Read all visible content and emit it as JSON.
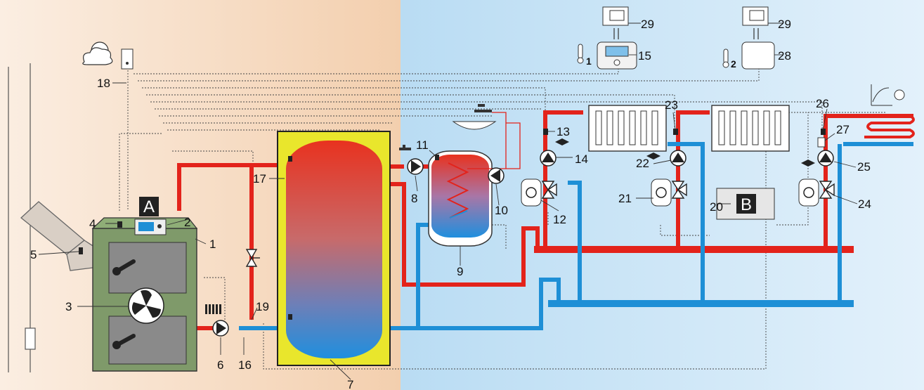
{
  "labels": {
    "n1": "1",
    "n2": "2",
    "n3": "3",
    "n4": "4",
    "n5": "5",
    "n6": "6",
    "n7": "7",
    "n8": "8",
    "n9": "9",
    "n10": "10",
    "n11": "11",
    "n12": "12",
    "n13": "13",
    "n14": "14",
    "n15": "15",
    "n16": "16",
    "n17": "17",
    "n18": "18",
    "n19": "19",
    "n20": "20",
    "n21": "21",
    "n22": "22",
    "n23": "23",
    "n24": "24",
    "n25": "25",
    "n26": "26",
    "n27": "27",
    "n28": "28",
    "n29a": "29",
    "n29b": "29"
  },
  "boxes": {
    "a": "A",
    "b": "B"
  },
  "thermometers": {
    "t1": "1",
    "t2": "2"
  },
  "colors": {
    "hot": "#e3231b",
    "cold": "#1e8fd6",
    "boiler": "#7f9a6a",
    "tank_jacket": "#e9e62c",
    "left_bg": "#f6dcc4",
    "right_bg": "#cfe6f5"
  },
  "icons": [
    "weather-icon",
    "outdoor-sensor-icon",
    "boiler-icon",
    "fan-icon",
    "control-panel-icon",
    "pump-icon",
    "valve-icon",
    "mixing-valve-icon",
    "actuator-icon",
    "radiator-icon",
    "thermostat-icon",
    "thermometer-icon",
    "tap-icon",
    "floor-heating-icon",
    "chimney-icon",
    "buffer-tank-icon",
    "water-heater-icon"
  ]
}
